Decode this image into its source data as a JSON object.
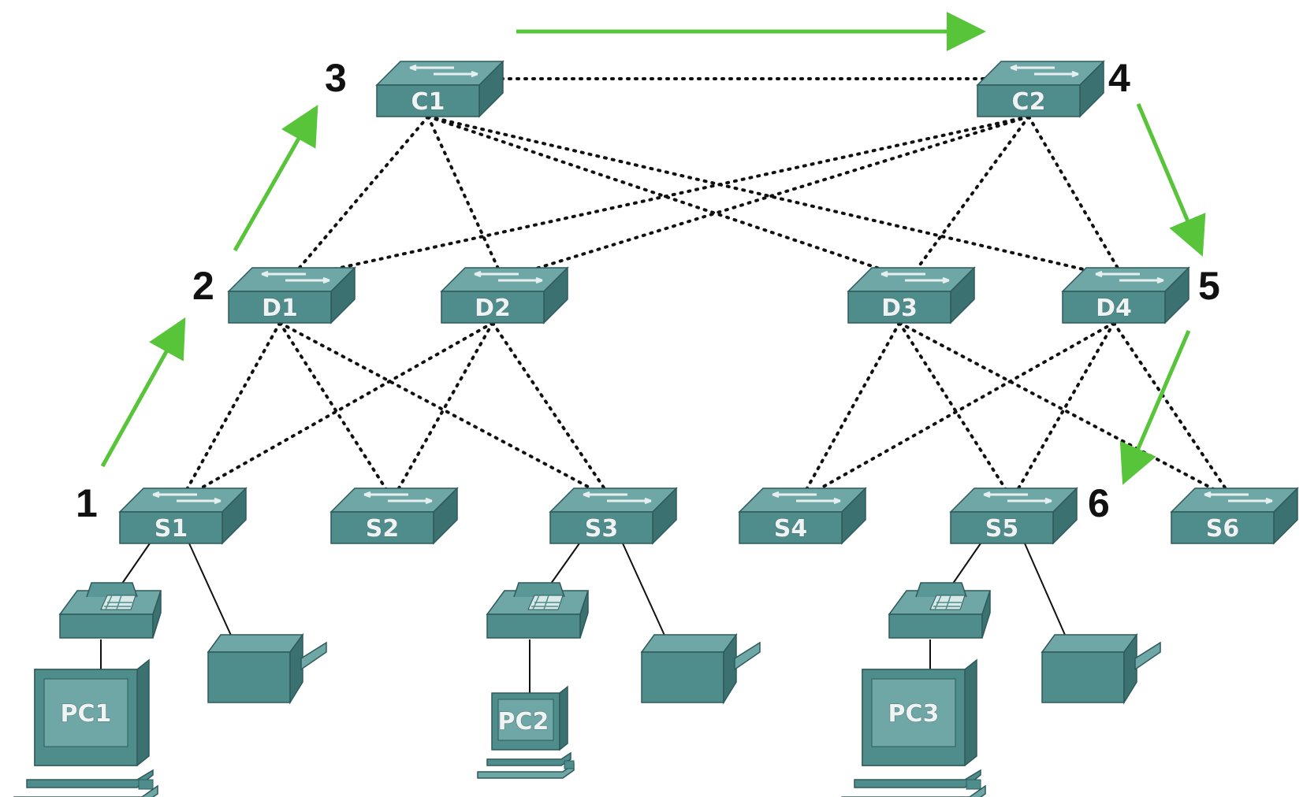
{
  "colors": {
    "device_top": "#6ea7a6",
    "device_front": "#4f8d8c",
    "device_side": "#3b7170",
    "device_edge": "#2e5a5a",
    "arrow": "#57c43a",
    "link": "#111111"
  },
  "switches": [
    {
      "id": "C1",
      "label": "C1"
    },
    {
      "id": "C2",
      "label": "C2"
    },
    {
      "id": "D1",
      "label": "D1"
    },
    {
      "id": "D2",
      "label": "D2"
    },
    {
      "id": "D3",
      "label": "D3"
    },
    {
      "id": "D4",
      "label": "D4"
    },
    {
      "id": "S1",
      "label": "S1"
    },
    {
      "id": "S2",
      "label": "S2"
    },
    {
      "id": "S3",
      "label": "S3"
    },
    {
      "id": "S4",
      "label": "S4"
    },
    {
      "id": "S5",
      "label": "S5"
    },
    {
      "id": "S6",
      "label": "S6"
    }
  ],
  "pcs": [
    {
      "id": "PC1",
      "label": "PC1"
    },
    {
      "id": "PC2",
      "label": "PC2"
    },
    {
      "id": "PC3",
      "label": "PC3"
    }
  ],
  "steps": [
    "1",
    "2",
    "3",
    "4",
    "5",
    "6"
  ],
  "links": [
    [
      "C1",
      "C2"
    ],
    [
      "C1",
      "D1"
    ],
    [
      "C1",
      "D2"
    ],
    [
      "C1",
      "D3"
    ],
    [
      "C1",
      "D4"
    ],
    [
      "C2",
      "D1"
    ],
    [
      "C2",
      "D2"
    ],
    [
      "C2",
      "D3"
    ],
    [
      "C2",
      "D4"
    ],
    [
      "D1",
      "S1"
    ],
    [
      "D1",
      "S2"
    ],
    [
      "D1",
      "S3"
    ],
    [
      "D2",
      "S1"
    ],
    [
      "D2",
      "S2"
    ],
    [
      "D2",
      "S3"
    ],
    [
      "D3",
      "S4"
    ],
    [
      "D3",
      "S5"
    ],
    [
      "D3",
      "S6"
    ],
    [
      "D4",
      "S4"
    ],
    [
      "D4",
      "S5"
    ],
    [
      "D4",
      "S6"
    ]
  ]
}
